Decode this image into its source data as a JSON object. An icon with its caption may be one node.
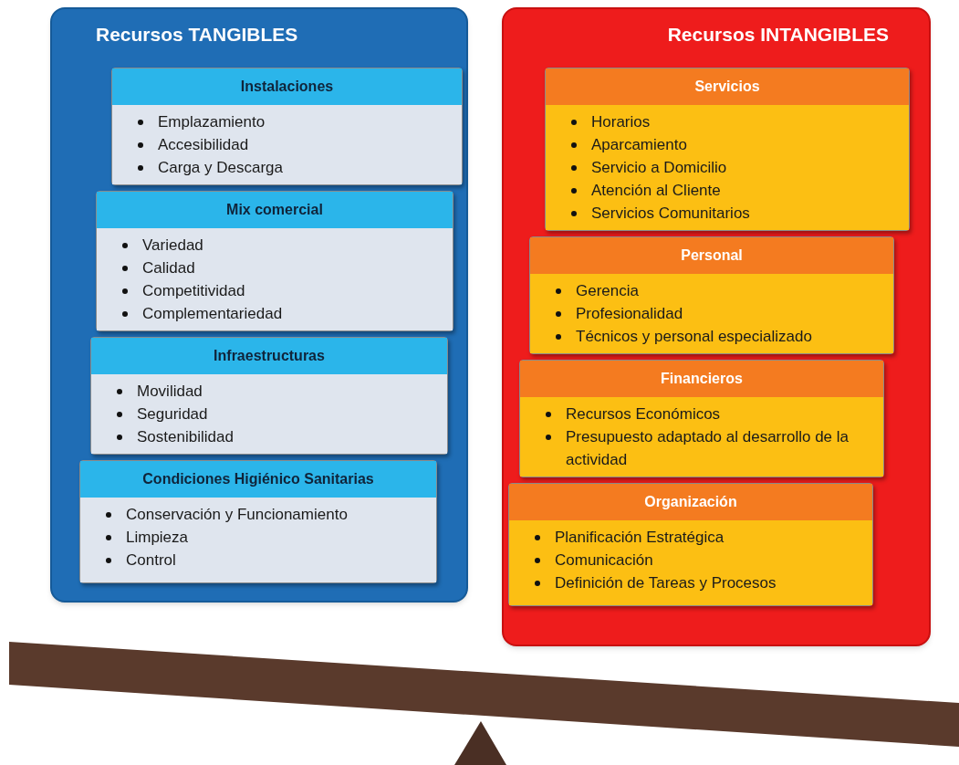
{
  "diagram": {
    "nodes": [
      {
        "text": [
          "Recursos TANGIBLES"
        ]
      },
      {
        "text": [
          "Instalaciones",
          "Emplazamiento",
          "Accesibilidad",
          "Carga y Descarga"
        ],
        "in": 0
      },
      {
        "text": [
          "Mix comercial",
          "Variedad",
          "Calidad",
          "Competitividad",
          "Complementariedad"
        ],
        "in": 0
      },
      {
        "text": [
          "Infraestructuras",
          "Movilidad",
          "Seguridad",
          "Sostenibilidad"
        ],
        "in": 0
      },
      {
        "text": [
          "Condiciones Higiénico Sanitarias",
          "Conservación y Funcionamiento",
          "Limpieza",
          "Control"
        ],
        "in": 0
      },
      {
        "text": [
          "Recursos INTANGIBLES"
        ]
      },
      {
        "text": [
          "Servicios",
          "Horarios",
          "Aparcamiento",
          "Servicio a Domicilio",
          "Atención al Cliente",
          "Servicios Comunitarios"
        ],
        "in": 5
      },
      {
        "text": [
          "Personal",
          "Gerencia",
          "Profesionalidad",
          "Técnicos y personal especializado"
        ],
        "in": 5
      },
      {
        "text": [
          "Financieros",
          "Recursos Económicos",
          "Presupuesto adaptado al desarrollo de la actividad"
        ],
        "in": 5
      },
      {
        "text": [
          "Organización",
          "Planificación Estratégica",
          "Comunicación",
          "Definición de Tareas y Procesos"
        ],
        "in": 5
      }
    ]
  }
}
